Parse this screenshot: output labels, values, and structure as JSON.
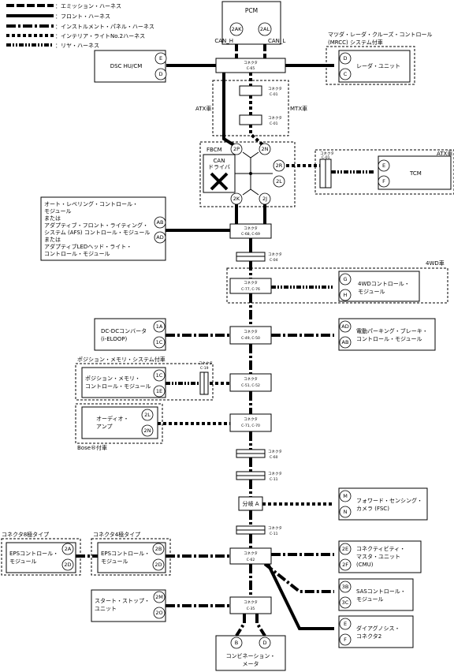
{
  "legend": {
    "emission": "：エミッション・ハーネス",
    "front": "：フロント・ハーネス",
    "instrument": "：インストルメント・パネル・ハーネス",
    "interior": "：インテリア・ライトNo.2ハーネス",
    "rear": "：リヤ・ハーネス"
  },
  "pcm": {
    "label": "PCM",
    "pin_h": "2AK",
    "pin_l": "2AL",
    "can_h": "CAN_H",
    "can_l": "CAN_L"
  },
  "connector_word": "コネクタ",
  "c65": "C-65",
  "dsc": {
    "label": "DSC HU/CM",
    "pin1": "E",
    "pin2": "D"
  },
  "mrcc": {
    "note_line1": "マツダ・レーダ・クルーズ・コントロール",
    "note_line2": "(MRCC) システム付車",
    "label": "レーダ・ユニット",
    "pin1": "D",
    "pin2": "C"
  },
  "c01": "C-01",
  "atx_label": "ATX車",
  "mtx_label": "MTX車",
  "fbcm": {
    "label": "FBCM",
    "can_driver_line1": "CAN",
    "can_driver_line2": "ドライバ",
    "pin_2p": "2P",
    "pin_2n": "2N",
    "pin_2r": "2R",
    "pin_2l": "2L",
    "pin_2k": "2K",
    "pin_2j": "2J"
  },
  "tcm": {
    "atx_label": "ATX車",
    "label": "TCM",
    "pin1": "E",
    "pin2": "F"
  },
  "afs": {
    "line1": "オート・レベリング・コントロール・",
    "line2": "モジュール",
    "line3": "または",
    "line4": "アダプティブ・フロント・ライティング・",
    "line5": "システム (AFS) コントロール・モジュール",
    "line6": "または",
    "line7": "アダプティブLEDヘッド・ライト・",
    "line8": "コントロール・モジュール",
    "pin1": "AB",
    "pin2": "AD"
  },
  "c68_69": "C-68, C-69",
  "c04": "C-04",
  "awd": {
    "note": "4WD車",
    "label_line1": "4WDコントロール・",
    "label_line2": "モジュール",
    "pin1": "G",
    "pin2": "H"
  },
  "c77_76": "C-77, C-76",
  "dcdc": {
    "label_line1": "DC-DCコンバータ",
    "label_line2": "(i-ELOOP)",
    "pin1": "1A",
    "pin2": "1C"
  },
  "c49_50": "C-49, C-50",
  "epb": {
    "label_line1": "電動パーキング・ブレーキ・",
    "label_line2": "コントロール・モジュール",
    "pin1": "AD",
    "pin2": "AB"
  },
  "pm": {
    "note": "ポジション・メモリ・システム付車",
    "label_line1": "ポジション・メモリ・",
    "label_line2": "コントロール・モジュール",
    "pin1": "1C",
    "pin2": "1E"
  },
  "c19": "C-19",
  "c51_52": "C-51, C-52",
  "audio": {
    "label_line1": "オーディオ・",
    "label_line2": "アンプ",
    "pin1": "2L",
    "pin2": "2N",
    "bose": "Bose®付車"
  },
  "c71_70": "C-71, C-70",
  "c60": "C-60",
  "c11": "C-11",
  "joint": "分岐 A",
  "fsc": {
    "label_line1": "フォワード・センシング・",
    "label_line2": "カメラ (FSC)",
    "pin1": "M",
    "pin2": "N"
  },
  "eps8": {
    "note": "コネクタ8極タイプ",
    "label_line1": "EPSコントロール・",
    "label_line2": "モジュール",
    "pin1": "2A",
    "pin2": "2D"
  },
  "eps4": {
    "note": "コネクタ4極タイプ",
    "label_line1": "EPSコントロール・",
    "label_line2": "モジュール",
    "pin1": "2B",
    "pin2": "2D"
  },
  "c62": "C-62",
  "cmu": {
    "label_line1": "コネクティビティ・",
    "label_line2": "マスタ・ユニット",
    "label_line3": "(CMU)",
    "pin1": "2E",
    "pin2": "2F"
  },
  "sas": {
    "label_line1": "SASコントロール・",
    "label_line2": "モジュール",
    "pin1": "3B",
    "pin2": "3C"
  },
  "diag": {
    "label_line1": "ダイアグノシス・",
    "label_line2": "コネクタ2",
    "pin1": "E",
    "pin2": "F"
  },
  "ss": {
    "label_line1": "スタート・ストップ・",
    "label_line2": "ユニット",
    "pin1": "2M",
    "pin2": "2O"
  },
  "c35": "C-35",
  "meter": {
    "label_line1": "コンビネーション・",
    "label_line2": "メータ",
    "pin1": "B",
    "pin2": "D"
  },
  "colors": {
    "line": "#000000",
    "background": "#ffffff"
  }
}
